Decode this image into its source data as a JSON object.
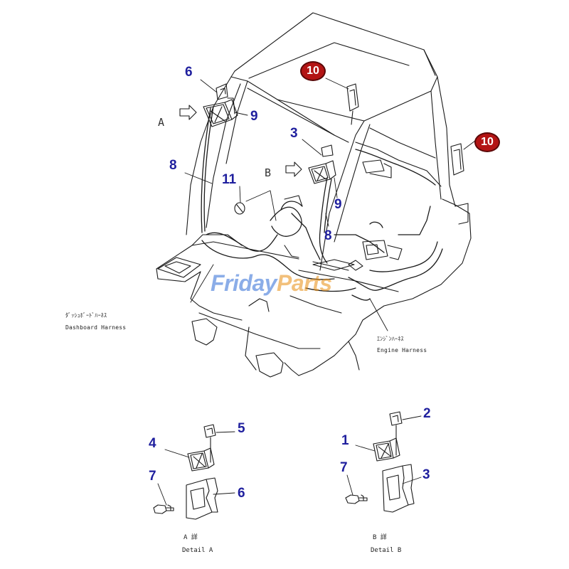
{
  "callouts": {
    "n6_top": "6",
    "n9_left": "9",
    "n8_left": "8",
    "n11": "11",
    "n3_center": "3",
    "n9_center": "9",
    "n8_center": "8",
    "n10_top": "10",
    "n10_right": "10",
    "dA_5": "5",
    "dA_4": "4",
    "dA_7": "7",
    "dA_6": "6",
    "dB_2": "2",
    "dB_1": "1",
    "dB_7": "7",
    "dB_3": "3"
  },
  "view_letters": {
    "a": "A",
    "b": "B"
  },
  "labels": {
    "dashboard_jp": "ﾀﾞｯｼｭﾎﾞｰﾄﾞﾊｰﾈｽ",
    "dashboard_en": "Dashboard Harness",
    "engine_jp": "ｴﾝｼﾞﾝﾊｰﾈｽ",
    "engine_en": "Engine Harness",
    "detail_a_mark": "A 詳",
    "detail_a_caption": "Detail  A",
    "detail_b_mark": "B 詳",
    "detail_b_caption": "Detail  B"
  },
  "watermark": {
    "part1": "Friday",
    "part2": "Parts"
  },
  "colors": {
    "callout": "#1f1f9e",
    "badge": "#b31414",
    "line": "#1a1a1a",
    "watermark": "#2d6bd6"
  }
}
